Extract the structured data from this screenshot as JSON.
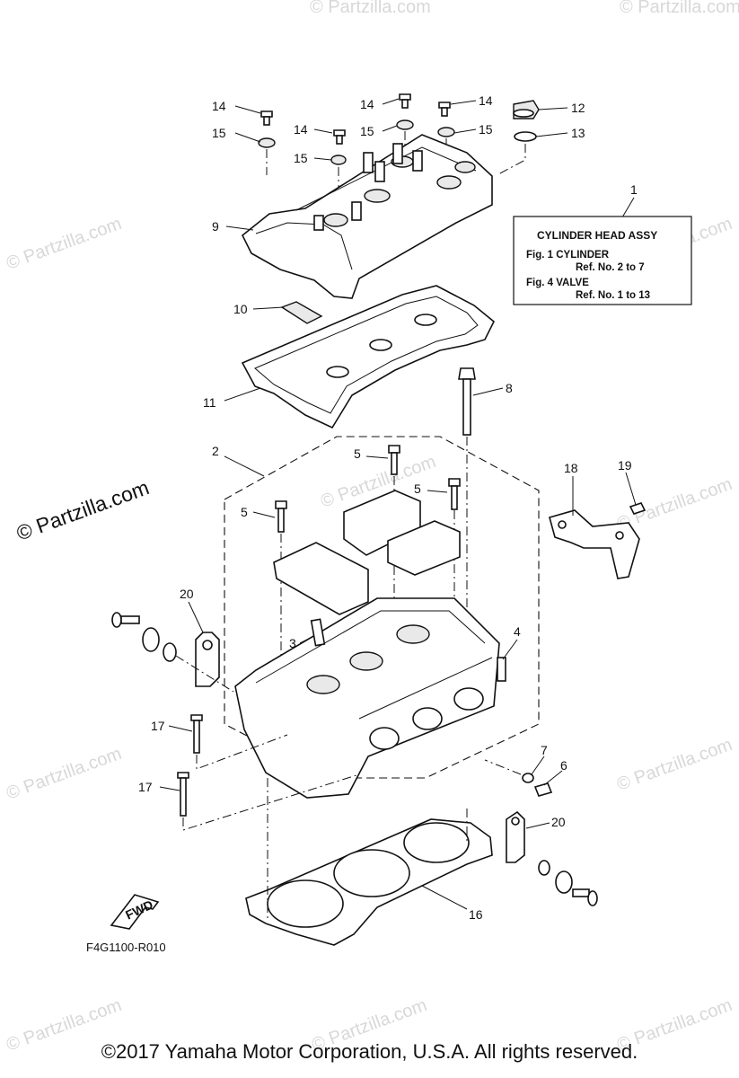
{
  "watermark": {
    "text": "© Partzilla.com",
    "large_text": "© Partzilla.com"
  },
  "legend": {
    "number": "1",
    "title": "CYLINDER HEAD ASSY",
    "line1": "Fig. 1 CYLINDER",
    "line2": "Ref. No. 2 to 7",
    "line3": "Fig. 4 VALVE",
    "line4": "Ref. No. 1 to 13"
  },
  "callouts": [
    {
      "id": "c14a",
      "label": "14"
    },
    {
      "id": "c15a",
      "label": "15"
    },
    {
      "id": "c14b",
      "label": "14"
    },
    {
      "id": "c15b",
      "label": "15"
    },
    {
      "id": "c14c",
      "label": "14"
    },
    {
      "id": "c15c",
      "label": "15"
    },
    {
      "id": "c14d",
      "label": "14"
    },
    {
      "id": "c15d",
      "label": "15"
    },
    {
      "id": "c12",
      "label": "12"
    },
    {
      "id": "c13",
      "label": "13"
    },
    {
      "id": "c9",
      "label": "9"
    },
    {
      "id": "c10",
      "label": "10"
    },
    {
      "id": "c11",
      "label": "11"
    },
    {
      "id": "c8",
      "label": "8"
    },
    {
      "id": "c2",
      "label": "2"
    },
    {
      "id": "c5a",
      "label": "5"
    },
    {
      "id": "c5b",
      "label": "5"
    },
    {
      "id": "c5c",
      "label": "5"
    },
    {
      "id": "c18",
      "label": "18"
    },
    {
      "id": "c19",
      "label": "19"
    },
    {
      "id": "c20a",
      "label": "20"
    },
    {
      "id": "c3",
      "label": "3"
    },
    {
      "id": "c4",
      "label": "4"
    },
    {
      "id": "c17a",
      "label": "17"
    },
    {
      "id": "c17b",
      "label": "17"
    },
    {
      "id": "c7",
      "label": "7"
    },
    {
      "id": "c6",
      "label": "6"
    },
    {
      "id": "c20b",
      "label": "20"
    },
    {
      "id": "c16",
      "label": "16"
    }
  ],
  "fwd_label": "FWD",
  "figure_code": "F4G1100-R010",
  "copyright": "©2017  Yamaha Motor Corporation, U.S.A. All rights reserved."
}
